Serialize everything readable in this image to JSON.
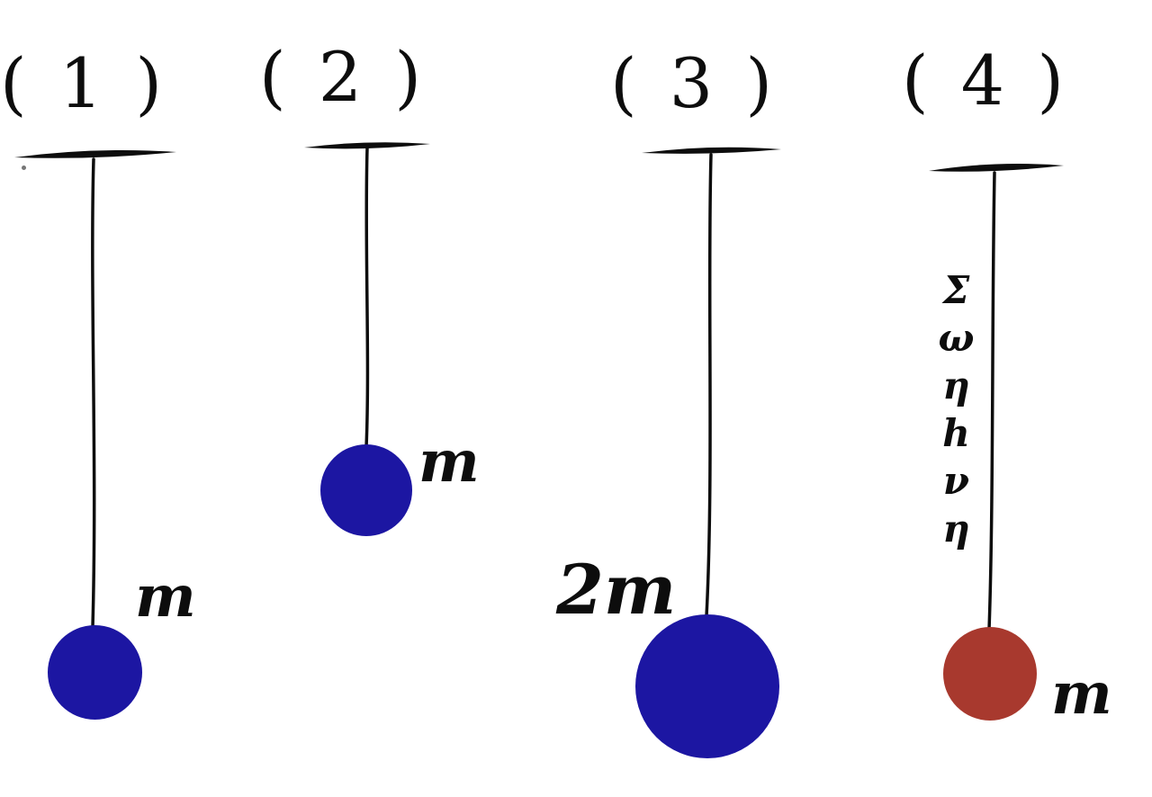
{
  "figure": {
    "background_color": "#ffffff",
    "ink_color": "#0d0d0d"
  },
  "colors": {
    "blue_bob": "#1c16a2",
    "red_bob": "#a8392e"
  },
  "pendulums": [
    {
      "label": "( 1 )",
      "bob_label": "m",
      "bob_color": "#1c16a2",
      "string_type": "straight"
    },
    {
      "label": "( 2 )",
      "bob_label": "m",
      "bob_color": "#1c16a2",
      "string_type": "straight"
    },
    {
      "label": "( 3 )",
      "bob_label": "2m",
      "bob_color": "#1c16a2",
      "string_type": "straight"
    },
    {
      "label": "( 4 )",
      "bob_label": "m",
      "bob_color": "#a8392e",
      "string_type": "squiggle",
      "string_squiggle": "Σωηhνη"
    }
  ]
}
